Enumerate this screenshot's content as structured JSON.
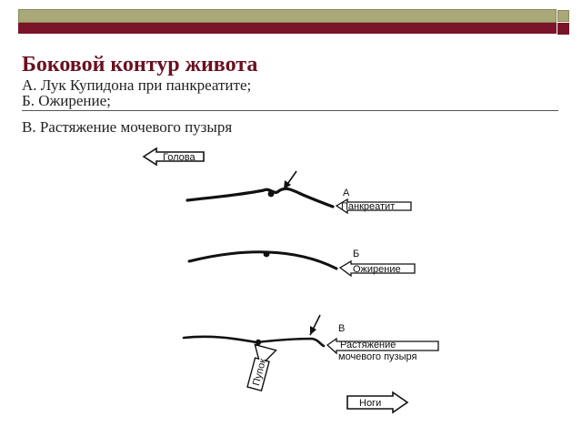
{
  "header": {
    "title": "Боковой контур живота",
    "lines": [
      "А. Лук Купидона при панкреатите;",
      "Б. Ожирение;",
      "В. Растяжение мочевого пузыря"
    ]
  },
  "figure": {
    "head_label": "Голова",
    "feet_label": "Ноги",
    "navel_label": "Пупок",
    "profiles": [
      {
        "letter": "А",
        "caption": [
          "Панкреатит"
        ]
      },
      {
        "letter": "Б",
        "caption": [
          "Ожирение"
        ]
      },
      {
        "letter": "В",
        "caption": [
          "Растяжение",
          "мочевого пузыря"
        ]
      }
    ]
  },
  "colors": {
    "title": "#6a1020",
    "bar_olive": "#a8a878",
    "bar_maroon": "#7a1428"
  }
}
